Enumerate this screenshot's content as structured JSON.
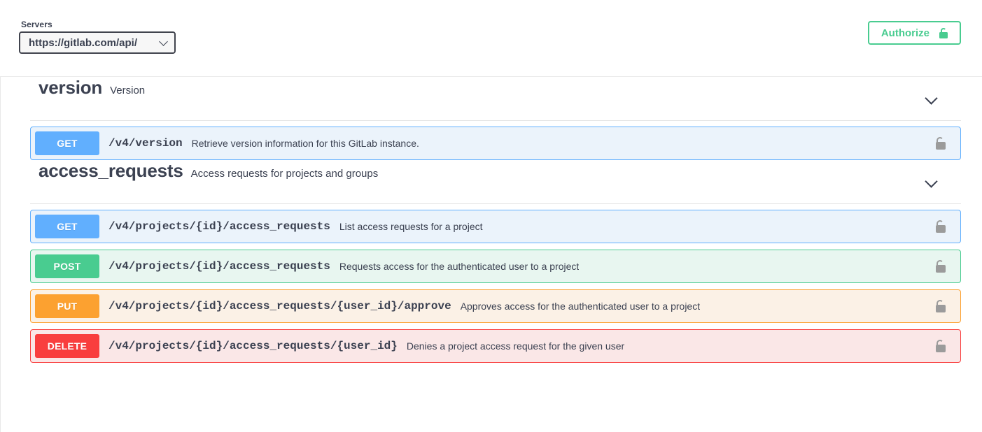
{
  "scheme": {
    "servers_label": "Servers",
    "server_value": "https://gitlab.com/api/",
    "server_options": [
      "https://gitlab.com/api/"
    ],
    "dropdown_icon": "chevron-down-icon",
    "authorize_label": "Authorize",
    "authorize_icon": "lock-open-icon",
    "accent_color": "#49cc90"
  },
  "tags": [
    {
      "name": "version",
      "description": "Version",
      "collapse_icon": "chevron-down-icon",
      "operations": [
        {
          "method": "GET",
          "method_class": "get",
          "path": "/v4/version",
          "summary": "Retrieve version information for this GitLab instance.",
          "lock_icon": "lock-open-icon",
          "method_color": "#61affe",
          "row_color": "#ebf3fb"
        }
      ]
    },
    {
      "name": "access_requests",
      "description": "Access requests for projects and groups",
      "collapse_icon": "chevron-down-icon",
      "operations": [
        {
          "method": "GET",
          "method_class": "get",
          "path": "/v4/projects/{id}/access_requests",
          "summary": "List access requests for a project",
          "lock_icon": "lock-open-icon",
          "method_color": "#61affe",
          "row_color": "#ebf3fb"
        },
        {
          "method": "POST",
          "method_class": "post",
          "path": "/v4/projects/{id}/access_requests",
          "summary": "Requests access for the authenticated user to a project",
          "lock_icon": "lock-open-icon",
          "method_color": "#49cc90",
          "row_color": "#e8f6f0"
        },
        {
          "method": "PUT",
          "method_class": "put",
          "path": "/v4/projects/{id}/access_requests/{user_id}/approve",
          "summary": "Approves access for the authenticated user to a project",
          "lock_icon": "lock-open-icon",
          "method_color": "#fca130",
          "row_color": "#fbf1e6"
        },
        {
          "method": "DELETE",
          "method_class": "delete",
          "path": "/v4/projects/{id}/access_requests/{user_id}",
          "summary": "Denies a project access request for the given user",
          "lock_icon": "lock-open-icon",
          "method_color": "#f93e3e",
          "row_color": "#fae7e7"
        }
      ]
    }
  ]
}
